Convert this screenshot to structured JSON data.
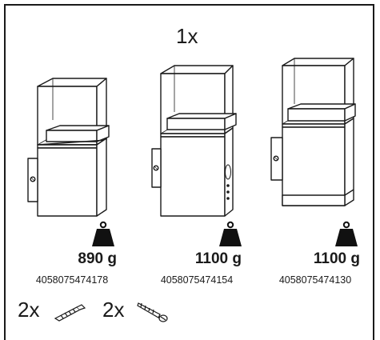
{
  "sheet": {
    "top_quantity": "1x",
    "products": [
      {
        "weight": "890 g",
        "code": "4058075474178"
      },
      {
        "weight": "1100 g",
        "code": "4058075474154"
      },
      {
        "weight": "1100 g",
        "code": "4058075474130"
      }
    ],
    "accessories": [
      {
        "quantity": "2x",
        "icon": "wall-plug-icon"
      },
      {
        "quantity": "2x",
        "icon": "screw-icon"
      }
    ]
  }
}
